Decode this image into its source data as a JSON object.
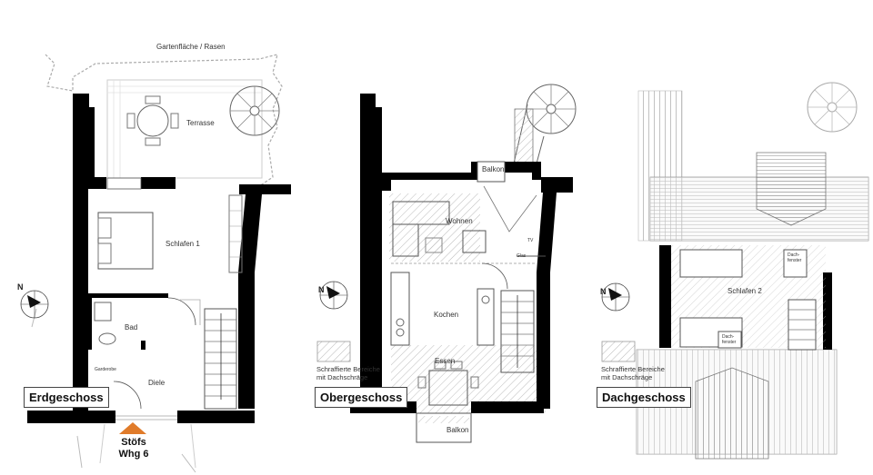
{
  "colors": {
    "wall": "#000000",
    "line": "#555555",
    "hatch": "#bbbbbb",
    "entry_arrow": "#e07b2a"
  },
  "plans": [
    {
      "title": "Erdgeschoss",
      "rooms": {
        "garden": "Gartenfläche / Rasen",
        "terrace": "Terrasse",
        "bedroom": "Schlafen 1",
        "bath": "Bad",
        "hall": "Diele",
        "wardrobe": "Garderobe"
      },
      "north": "N"
    },
    {
      "title": "Obergeschoss",
      "rooms": {
        "balcony_top": "Balkon",
        "living": "Wohnen",
        "tv": "TV",
        "glass": "Glas",
        "kitchen": "Kochen",
        "dining": "Essen",
        "balcony_bottom": "Balkon"
      },
      "note": [
        "Schraffierte Bereiche",
        "mit Dachschräge"
      ],
      "north": "N"
    },
    {
      "title": "Dachgeschoss",
      "rooms": {
        "bedroom": "Schlafen 2",
        "skylight_1": [
          "Dach-",
          "fenster"
        ],
        "skylight_2": [
          "Dach-",
          "fenster"
        ]
      },
      "note": [
        "Schraffierte Bereiche",
        "mit Dachschräge"
      ],
      "north": "N"
    }
  ],
  "entrance": {
    "line1": "Stöfs",
    "line2": "Whg 6"
  }
}
